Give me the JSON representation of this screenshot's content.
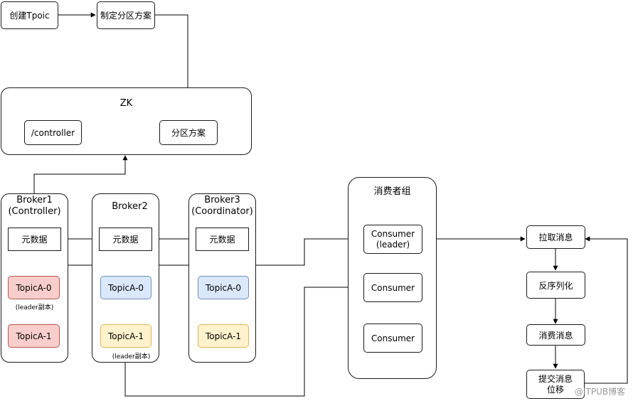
{
  "nodes": {
    "create_topic": "创建Tpoic",
    "partition_plan": "制定分区方案",
    "zk_title": "ZK",
    "controller_node": "/controller",
    "zk_partition": "分区方案",
    "broker1_title": "Broker1",
    "broker1_sub": "(Controller)",
    "broker2_title": "Broker2",
    "broker3_title": "Broker3",
    "broker3_sub": "(Coordinator)",
    "metadata": "元数据",
    "b1_topic0": "TopicA-0",
    "b1_topic0_note": "(leader副本)",
    "b1_topic1": "TopicA-1",
    "b2_topic0": "TopicA-0",
    "b2_topic1": "TopicA-1",
    "b2_topic1_note": "(leader副本)",
    "b3_topic0": "TopicA-0",
    "b3_topic1": "TopicA-1",
    "consumer_group": "消费者组",
    "consumer_leader_1": "Consumer",
    "consumer_leader_2": "(leader)",
    "consumer": "Consumer",
    "pull": "拉取消息",
    "deserialize": "反序列化",
    "consume": "消费消息",
    "commit_1": "提交消息",
    "commit_2": "位移"
  },
  "watermark": "@ITPUB博客",
  "colors": {
    "red_fill": "#f8cecc",
    "blue_fill": "#dae8fc",
    "yellow_fill": "#fff2cc"
  }
}
